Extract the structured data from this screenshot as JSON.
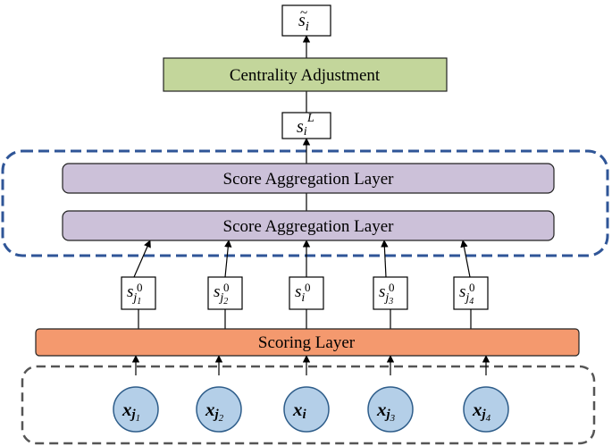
{
  "diagram": {
    "output": {
      "base": "s",
      "tilde": "~",
      "sub": "i"
    },
    "centrality_layer": {
      "label": "Centrality Adjustment",
      "fill": "#c3d69b",
      "stroke": "#222222"
    },
    "final_score": {
      "base": "s",
      "sub": "i",
      "sup": "L"
    },
    "aggregation_group": {
      "border_color": "#2f5597",
      "layers": [
        {
          "label": "Score Aggregation Layer"
        },
        {
          "label": "Score Aggregation Layer"
        }
      ],
      "fill": "#ccc1d9",
      "stroke": "#222222"
    },
    "initial_scores": [
      {
        "base": "s",
        "sub": "j",
        "subsub": "1",
        "sup": "0"
      },
      {
        "base": "s",
        "sub": "j",
        "subsub": "2",
        "sup": "0"
      },
      {
        "base": "s",
        "sub": "i",
        "subsub": "",
        "sup": "0"
      },
      {
        "base": "s",
        "sub": "j",
        "subsub": "3",
        "sup": "0"
      },
      {
        "base": "s",
        "sub": "j",
        "subsub": "4",
        "sup": "0"
      }
    ],
    "scoring_layer": {
      "label": "Scoring Layer",
      "fill": "#f4996e",
      "stroke": "#222222"
    },
    "input_group": {
      "border_color": "#555555"
    },
    "inputs": [
      {
        "base": "x",
        "sub": "j",
        "subsub": "1"
      },
      {
        "base": "x",
        "sub": "j",
        "subsub": "2"
      },
      {
        "base": "x",
        "sub": "i",
        "subsub": ""
      },
      {
        "base": "x",
        "sub": "j",
        "subsub": "3"
      },
      {
        "base": "x",
        "sub": "j",
        "subsub": "4"
      }
    ],
    "input_fill": "#b4cfe8",
    "input_stroke": "#2e5d8a"
  }
}
